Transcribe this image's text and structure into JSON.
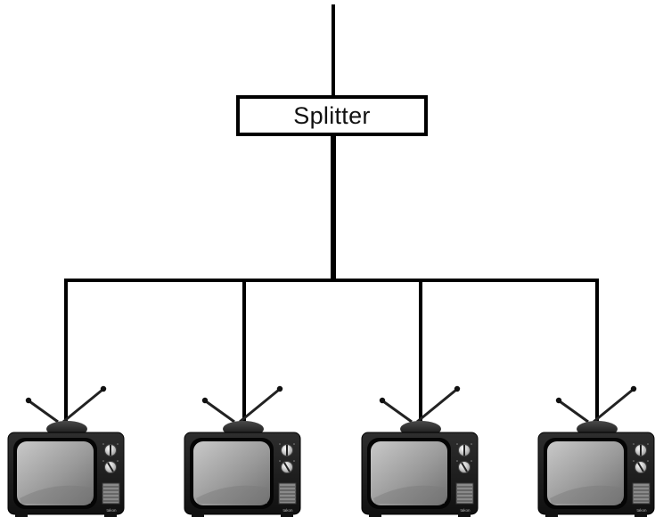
{
  "splitter": {
    "label": "Splitter"
  },
  "televisions": [
    {
      "brand": "takon"
    },
    {
      "brand": "takon"
    },
    {
      "brand": "takon"
    },
    {
      "brand": "takon"
    }
  ],
  "colors": {
    "line": "#000000",
    "tv_body": "#1b1b1b",
    "tv_screen": "#9a9a9a",
    "background": "#ffffff"
  },
  "icons": {
    "device": "television-icon"
  }
}
